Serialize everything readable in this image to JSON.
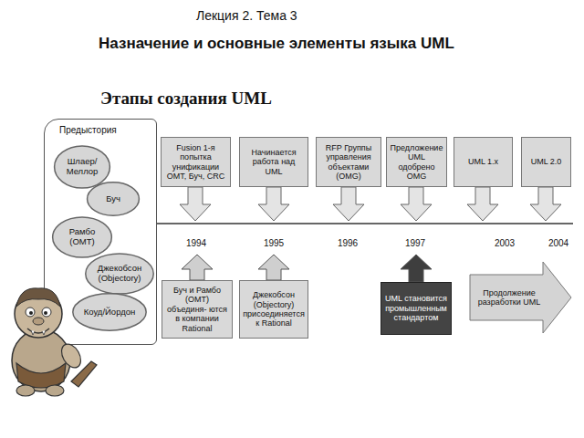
{
  "diagram": {
    "title": "Назначение и основные элементы языка UML",
    "nodes": [
      {
        "text": [
          "Предыстория"
        ]
      },
      {
        "text": [
          "Шлаер/ Меллор"
        ],
        "in": 0
      },
      {
        "text": [
          "Буч"
        ],
        "in": 0
      },
      {
        "text": [
          "Рамбо (OMT)"
        ],
        "in": 0
      },
      {
        "text": [
          "Джекобсон (Objectory)"
        ],
        "in": 0
      },
      {
        "text": [
          "Коуд/Йордон"
        ],
        "in": 0
      },
      {
        "text": [
          "Fusion 1-я попытка унификации OMT, Буч, CRC"
        ]
      },
      {
        "text": [
          "Начинается работа над UML"
        ]
      },
      {
        "text": [
          "RFP Группы управления объектами (OMG)"
        ]
      },
      {
        "text": [
          "Предложение UML одобрено OMG"
        ]
      },
      {
        "text": [
          "UML 1.x"
        ]
      },
      {
        "text": [
          "UML 2.0"
        ]
      },
      {
        "text": [
          "Буч и Рамбо (OMT) объединя- ются в компании Rational"
        ]
      },
      {
        "text": [
          "Джекобсон (Objectory) присоединяется к Rational"
        ]
      },
      {
        "text": [
          "UML становится промышленным стандартом"
        ]
      },
      {
        "text": [
          "Продолжение разработки UML"
        ]
      }
    ],
    "labels": [
      "Лекция 2. Тема 3",
      "Этапы создания UML",
      "1994",
      "1995",
      "1996",
      "1997",
      "2003",
      "2004"
    ]
  }
}
